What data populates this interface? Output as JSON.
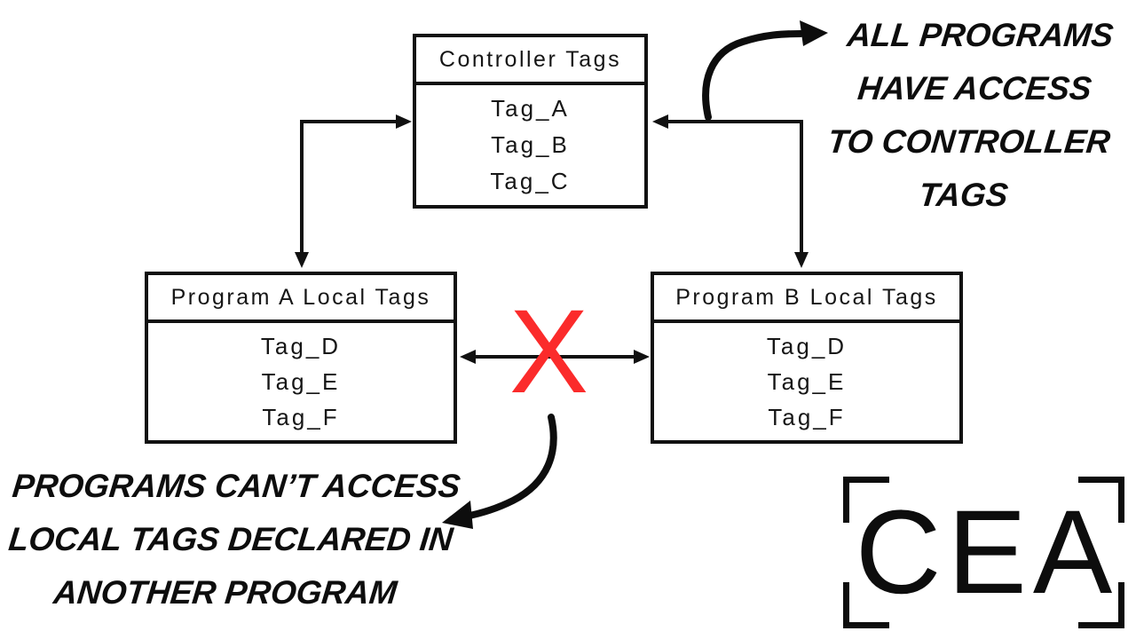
{
  "diagram": {
    "controller_box": {
      "title": "Controller Tags",
      "tags": [
        "Tag_A",
        "Tag_B",
        "Tag_C"
      ]
    },
    "program_a_box": {
      "title": "Program A Local Tags",
      "tags": [
        "Tag_D",
        "Tag_E",
        "Tag_F"
      ]
    },
    "program_b_box": {
      "title": "Program B Local Tags",
      "tags": [
        "Tag_D",
        "Tag_E",
        "Tag_F"
      ]
    },
    "blocked_marker": "X",
    "annotations": {
      "top_right": {
        "lines": [
          "ALL PROGRAMS",
          "HAVE ACCESS",
          "TO CONTROLLER",
          "TAGS"
        ]
      },
      "bottom_left": {
        "lines": [
          "PROGRAMS CAN’T ACCESS",
          "LOCAL TAGS DECLARED IN",
          "ANOTHER PROGRAM"
        ]
      }
    },
    "logo": {
      "text": "CEA"
    },
    "colors": {
      "line": "#111111",
      "blocked_x": "#fb2b2b",
      "background": "#ffffff",
      "text": "#161616"
    }
  }
}
